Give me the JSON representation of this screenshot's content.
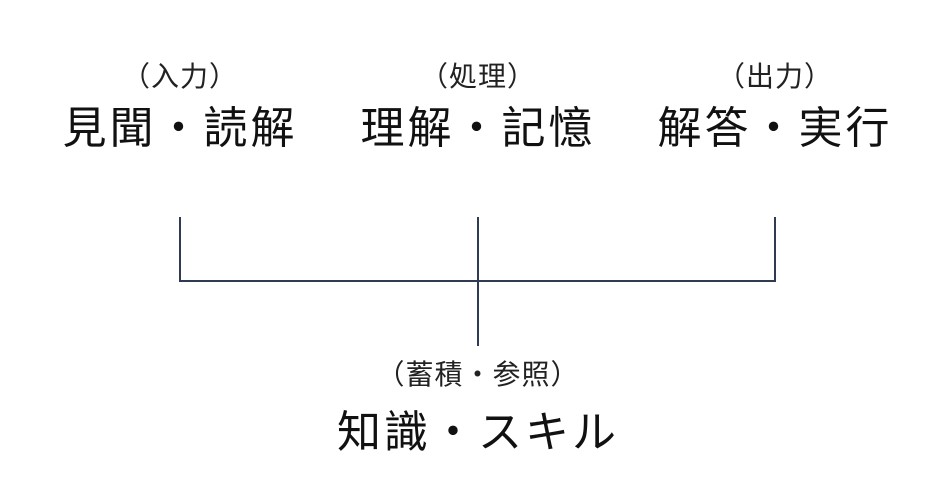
{
  "nodes": {
    "input": {
      "sub": "（入力）",
      "main": "見聞・読解"
    },
    "process": {
      "sub": "（処理）",
      "main": "理解・記憶"
    },
    "output": {
      "sub": "（出力）",
      "main": "解答・実行"
    },
    "knowledge": {
      "sub": "（蓄積・参照）",
      "main": "知識・スキル"
    }
  },
  "colors": {
    "connector": "#2f3a55",
    "text": "#111111"
  }
}
